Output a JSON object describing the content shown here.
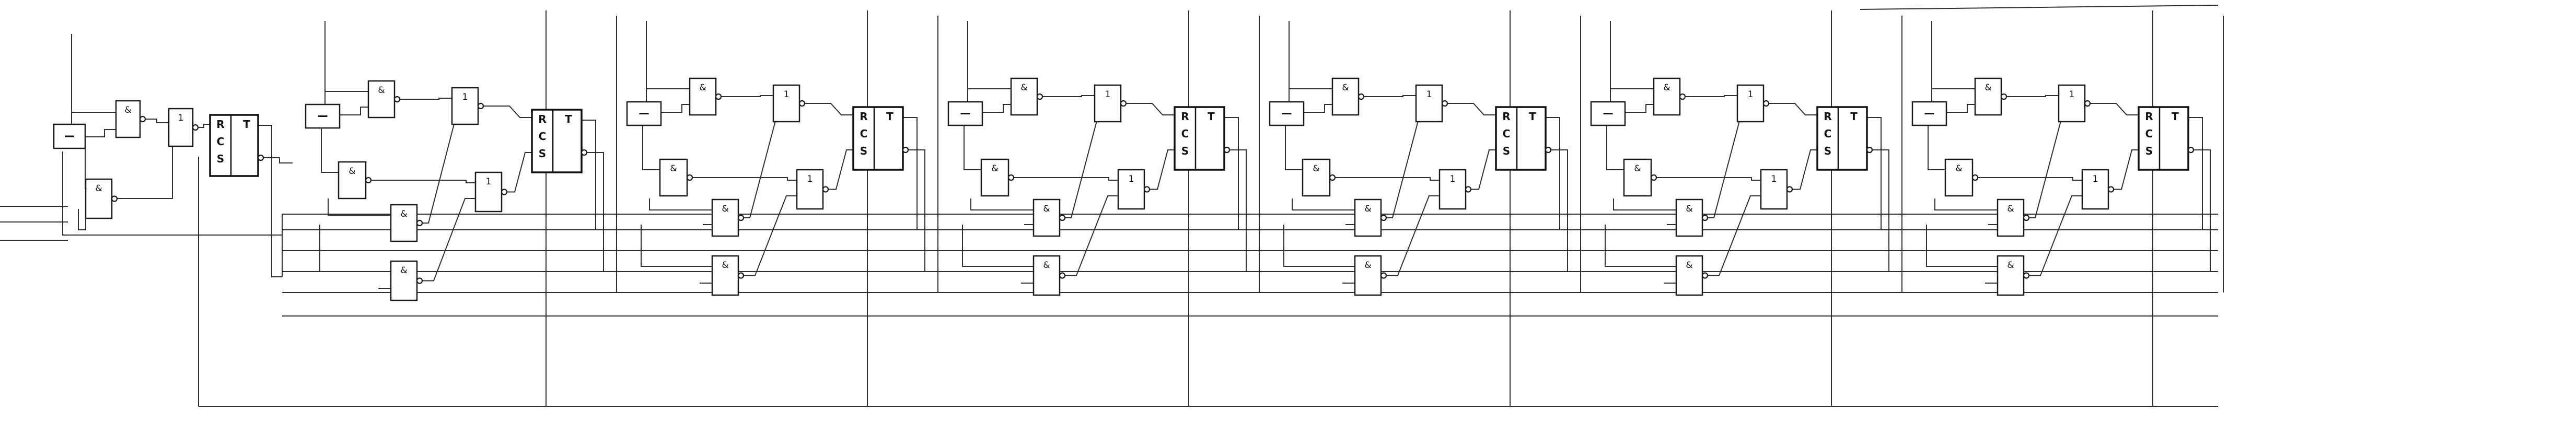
{
  "diagram": {
    "stage_count": 7,
    "labels": {
      "and_gate": "&",
      "or_gate": "1",
      "trigger_r": "R",
      "trigger_c": "C",
      "trigger_s": "S",
      "trigger_t": "T"
    },
    "colors": {
      "wire": "#2e2e2e",
      "outline": "#111111",
      "background": "#ffffff"
    }
  }
}
